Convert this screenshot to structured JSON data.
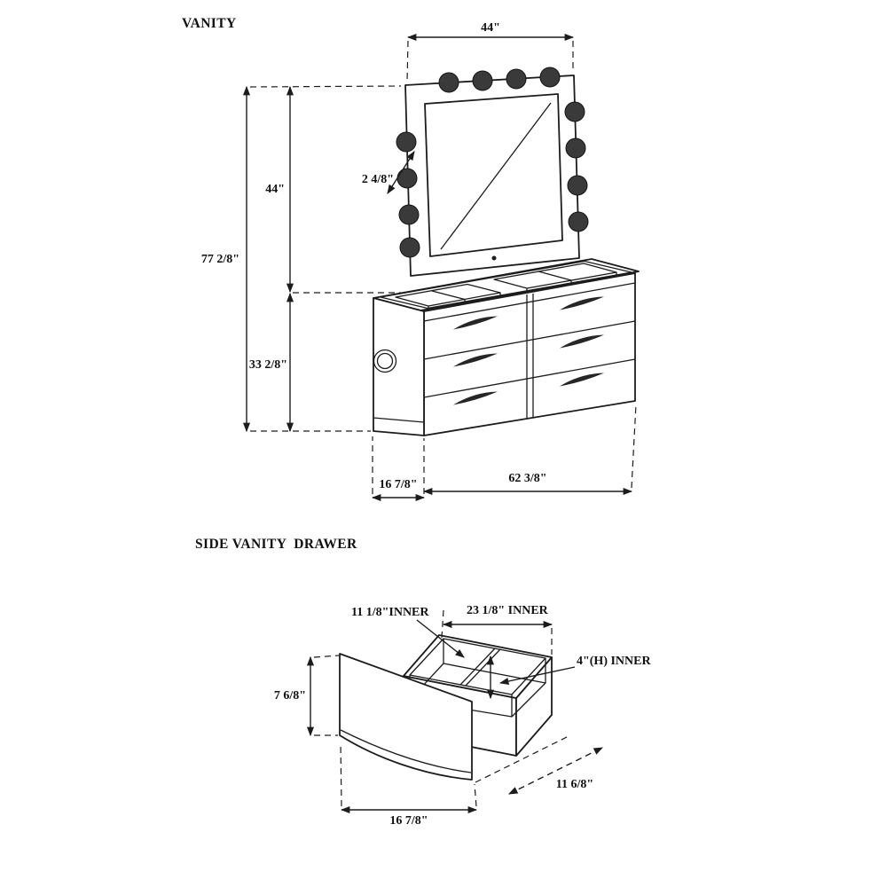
{
  "page": {
    "background": "#ffffff",
    "line_color": "#1c1c1c"
  },
  "figures": {
    "vanity": {
      "title": "VANITY",
      "dimensions": {
        "mirror_width": "44\"",
        "overall_height": "77 2/8\"",
        "mirror_height": "44\"",
        "frame_thickness": "2 4/8\"",
        "base_height": "33 2/8\"",
        "base_depth": "16 7/8\"",
        "base_width": "62 3/8\""
      }
    },
    "drawer": {
      "title": "SIDE VANITY  DRAWER",
      "dimensions": {
        "inner_width": "11 1/8\"INNER",
        "inner_depth": "23 1/8\" INNER",
        "inner_height": "4\"(H) INNER",
        "front_height": "7 6/8\"",
        "side_depth": "11 6/8\"",
        "front_width": "16 7/8\""
      }
    }
  }
}
